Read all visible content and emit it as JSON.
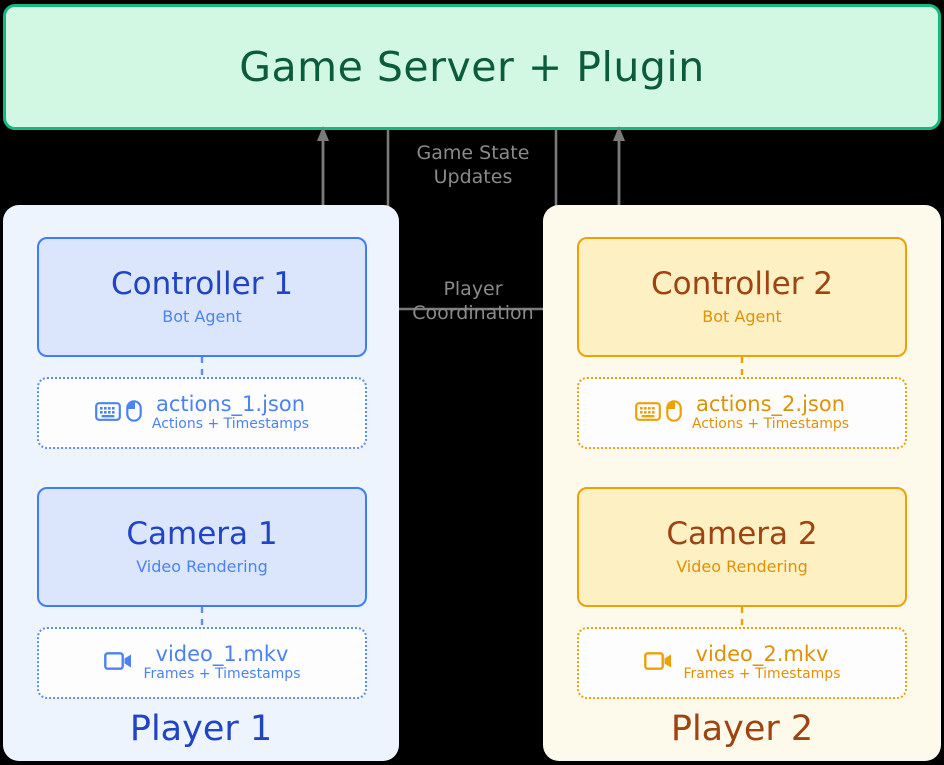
{
  "server": {
    "title": "Game Server + Plugin",
    "fill": "#d2f8e4",
    "border": "#12b981",
    "text": "#0b5c3d"
  },
  "connectors": {
    "game_state_label": "Game State\nUpdates",
    "player_coordination_label": "Player\nCoordination",
    "line_color": "#7a7a7a"
  },
  "players": [
    {
      "panel_label": "Player 1",
      "accent": "#3d7df5",
      "panel_fill": "#eef4fe",
      "title_color": "#1f45c4",
      "sub_color": "#4b83f2",
      "controller": {
        "title": "Controller 1",
        "subtitle": "Bot Agent"
      },
      "camera": {
        "title": "Camera 1",
        "subtitle": "Video Rendering"
      },
      "actions_artifact": {
        "name": "actions_1.json",
        "subtitle": "Actions + Timestamps",
        "icons": [
          "keyboard-icon",
          "mouse-icon"
        ]
      },
      "video_artifact": {
        "name": "video_1.mkv",
        "subtitle": "Frames + Timestamps",
        "icons": [
          "video-camera-icon"
        ]
      }
    },
    {
      "panel_label": "Player 2",
      "accent": "#eda007",
      "panel_fill": "#fefaeb",
      "title_color": "#9d4410",
      "sub_color": "#e09106",
      "controller": {
        "title": "Controller 2",
        "subtitle": "Bot Agent"
      },
      "camera": {
        "title": "Camera 2",
        "subtitle": "Video Rendering"
      },
      "actions_artifact": {
        "name": "actions_2.json",
        "subtitle": "Actions + Timestamps",
        "icons": [
          "keyboard-icon",
          "mouse-icon"
        ]
      },
      "video_artifact": {
        "name": "video_2.mkv",
        "subtitle": "Frames + Timestamps",
        "icons": [
          "video-camera-icon"
        ]
      }
    }
  ]
}
